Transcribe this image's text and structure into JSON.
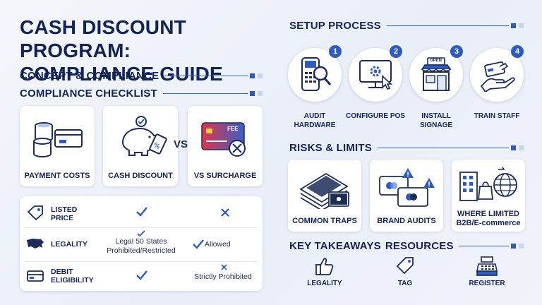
{
  "title": {
    "line1": "CASH DISCOUNT PROGRAM:",
    "line2": "COMPLIANCE GUIDE"
  },
  "sections": {
    "concept": "CONCEPT & COMPLIANCE",
    "checklist": "COMPLIANCE CHECKLIST",
    "setup": "SETUP PROCESS",
    "risks": "RISKS & LIMITS",
    "takeaways": "KEY TAKEAWAYS",
    "resources": "RESOURCES"
  },
  "concept_cards": [
    {
      "label": "PAYMENT COSTS",
      "icon": "coins-card-icon"
    },
    {
      "label": "CASH DISCOUNT",
      "icon": "piggy-bank-icon"
    },
    {
      "label": "VS SURCHARGE",
      "icon": "fee-card-icon"
    }
  ],
  "vs_text": "VS",
  "fee_text": "FEE",
  "checklist": {
    "rows": [
      {
        "label": "LISTED PRICE",
        "icon": "price-tag-icon",
        "col1": "",
        "col2": ""
      },
      {
        "label": "LEGALITY",
        "icon": "usa-map-icon",
        "col1": "Legal 50 States Prohibited/Restricted",
        "col2": "Allowed"
      },
      {
        "label": "DEBIT ELIGIBILITY",
        "icon": "debit-card-icon",
        "col1": "",
        "col2": "Strictly Prohibited"
      }
    ]
  },
  "setup_steps": [
    {
      "number": "1",
      "label": "AUDIT HARDWARE",
      "icon": "card-terminal-magnifier-icon"
    },
    {
      "number": "2",
      "label": "CONFIGURE POS",
      "icon": "monitor-gear-icon"
    },
    {
      "number": "3",
      "label": "INSTALL SIGNAGE",
      "icon": "storefront-open-icon",
      "sign": "OPEN"
    },
    {
      "number": "4",
      "label": "TRAIN STAFF",
      "icon": "hand-card-icon"
    }
  ],
  "risk_cards": [
    {
      "label": "COMMON TRAPS",
      "icon": "cash-stack-icon"
    },
    {
      "label": "BRAND AUDITS",
      "icon": "cards-warning-icon"
    },
    {
      "label": "WHERE LIMITED B2B/E-commerce",
      "line1": "WHERE LIMITED",
      "line2": "B2B/E-commerce",
      "icon": "building-globe-icon"
    }
  ],
  "footer_items": [
    {
      "label": "LEGALITY",
      "icon": "thumbs-up-icon"
    },
    {
      "label": "TAG",
      "icon": "tag-icon"
    },
    {
      "label": "REGISTER",
      "icon": "cash-register-icon"
    }
  ],
  "colors": {
    "navy": "#132454",
    "accent": "#2e5bbd",
    "warning": "#2e5bbd",
    "fee_red": "#e0344a"
  }
}
